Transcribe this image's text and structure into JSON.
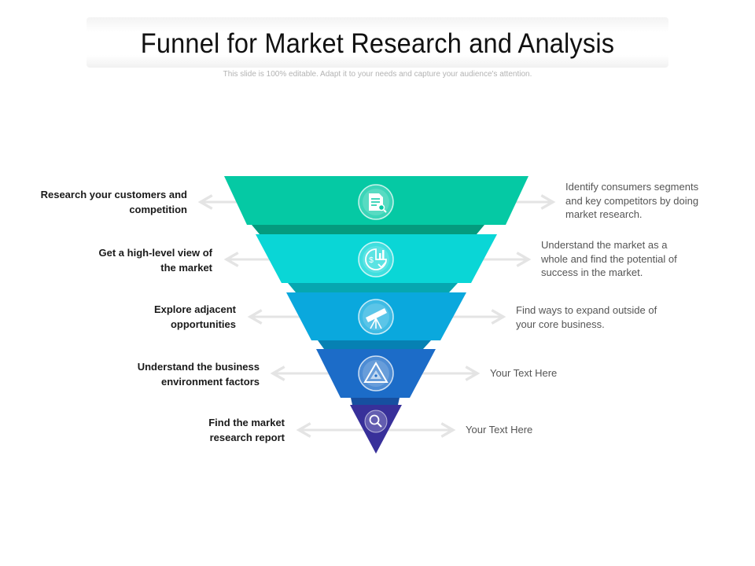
{
  "title": "Funnel for Market Research and Analysis",
  "subtitle": "This slide is 100% editable. Adapt it to your needs and capture your audience's attention.",
  "stages": [
    {
      "label": "Research your customers and competition",
      "description": "Identify consumers segments and key competitors by doing market research.",
      "icon": "document-search-icon",
      "color": "#05c9a4",
      "dark_color": "#049b7e"
    },
    {
      "label": "Get a high-level view of the market",
      "description": "Understand the market as a whole and find the potential of success in the market.",
      "icon": "money-chart-icon",
      "color": "#0ad6d6",
      "dark_color": "#06a7b0"
    },
    {
      "label": "Explore adjacent opportunities",
      "description": "Find ways to expand outside of your core business.",
      "icon": "telescope-icon",
      "color": "#0aa8dd",
      "dark_color": "#0681b3"
    },
    {
      "label": "Understand the business environment factors",
      "description": "Your Text Here",
      "icon": "pyramid-icon",
      "color": "#1c6cc8",
      "dark_color": "#164fa0"
    },
    {
      "label": "Find the market research report",
      "description": "Your Text Here",
      "icon": "magnifier-icon",
      "color": "#38309a",
      "dark_color": "#2a2478"
    }
  ]
}
